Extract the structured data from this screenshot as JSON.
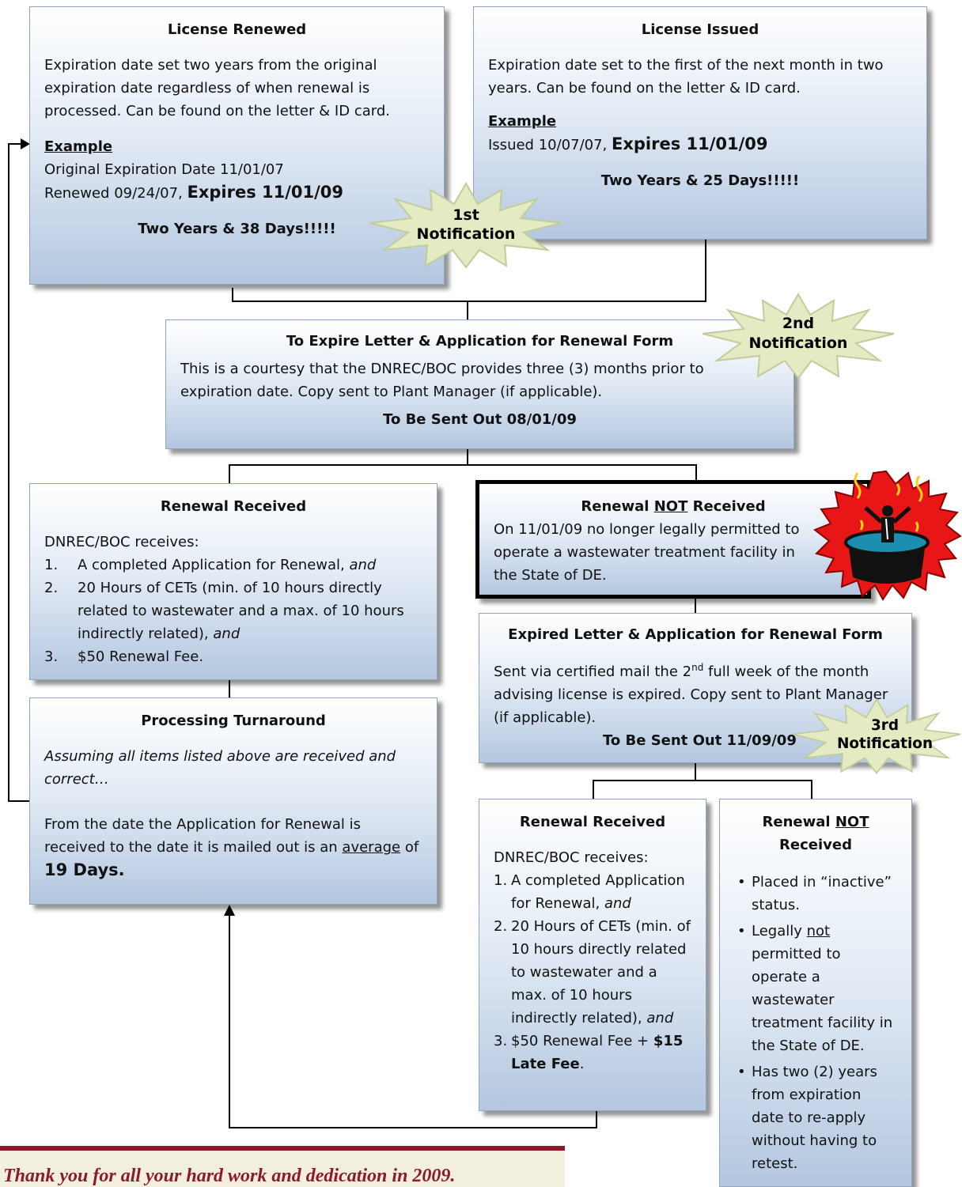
{
  "license_renewed": {
    "title": "License Renewed",
    "body": "Expiration date set two years from the original expiration date regardless of when renewal is processed.  Can be found on the letter & ID card.",
    "example_label": "Example",
    "example_line1": "Original Expiration  Date 11/01/07",
    "example_line2_prefix": "Renewed 09/24/07, ",
    "example_line2_expires": "Expires 11/01/09",
    "footer": "Two Years & 38 Days!!!!!"
  },
  "license_issued": {
    "title": "License Issued",
    "body": "Expiration date set to the first of the next month in two years.  Can be found on the letter & ID card.",
    "example_label": "Example",
    "example_line_prefix": "Issued 10/07/07, ",
    "example_line_expires": "Expires 11/01/09",
    "footer": "Two Years & 25 Days!!!!!"
  },
  "to_expire": {
    "title": "To Expire Letter & Application for Renewal Form",
    "body": "This is a courtesy that the DNREC/BOC provides three (3) months prior to expiration date.  Copy sent to Plant Manager (if applicable).",
    "footer": "To Be Sent Out 08/01/09"
  },
  "renewal_received_1": {
    "title": "Renewal Received",
    "intro": "DNREC/BOC receives:",
    "item1_num": "1.",
    "item1_text": "A completed Application for Renewal, ",
    "item1_and": "and",
    "item2_num": "2.",
    "item2_text": "20 Hours of CETs (min. of 10 hours directly related to wastewater and a max. of 10 hours indirectly related), ",
    "item2_and": "and",
    "item3_num": "3.",
    "item3_text": "$50 Renewal Fee."
  },
  "renewal_not_received_1": {
    "title_prefix": "Renewal ",
    "title_not": "NOT",
    "title_suffix": " Received",
    "body": "On 11/01/09  no longer legally permitted to operate a wastewater treatment facility in the State of DE."
  },
  "processing": {
    "title": "Processing Turnaround",
    "body1": "Assuming all items listed above are received and correct…",
    "body2_prefix": "From the date the Application for Renewal is received to the date it is mailed out is an ",
    "body2_avg": "average",
    "body2_of": " of ",
    "body2_days": "19 Days."
  },
  "expired_letter": {
    "title": "Expired Letter & Application for Renewal Form",
    "body_prefix": "Sent via certified mail the 2",
    "body_sup": "nd",
    "body_suffix": " full week of the month advising license is expired.  Copy sent to Plant Manager (if applicable).",
    "footer": "To Be Sent Out 11/09/09"
  },
  "renewal_received_2": {
    "title": "Renewal Received",
    "intro": "DNREC/BOC receives:",
    "item1_num": "1.",
    "item1_text": "A completed Application for Renewal, ",
    "item1_and": "and",
    "item2_num": "2.",
    "item2_text": "20 Hours of CETs (min. of 10 hours directly related to wastewater and a max. of 10 hours indirectly related), ",
    "item2_and": "and",
    "item3_num": "3.",
    "item3_text": "$50 Renewal Fee + ",
    "item3_bold": "$15 Late Fee",
    "item3_end": "."
  },
  "renewal_not_received_2": {
    "title_prefix": "Renewal ",
    "title_not": "NOT",
    "title_suffix": "Received",
    "bullet1": "Placed in “inactive” status.",
    "bullet2_prefix": "Legally ",
    "bullet2_not": "not",
    "bullet2_suffix": " permitted to operate a wastewater treatment facility in the State of DE.",
    "bullet3": "Has two (2) years from expiration date to re-apply without having to retest."
  },
  "notifications": {
    "first_line1": "1st",
    "first_line2": "Notification",
    "second_line1": "2nd",
    "second_line2": "Notification",
    "third_line1": "3rd",
    "third_line2": "Notification"
  },
  "footer_message": "Thank you for all your hard work and dedication in 2009.",
  "colors": {
    "box_gradient_top": "#ffffff",
    "box_gradient_bottom": "#b4c7e0",
    "star_fill": "#e4ebc3",
    "footer_rule": "#8b1a2a",
    "footer_bg": "#f2efdd"
  }
}
